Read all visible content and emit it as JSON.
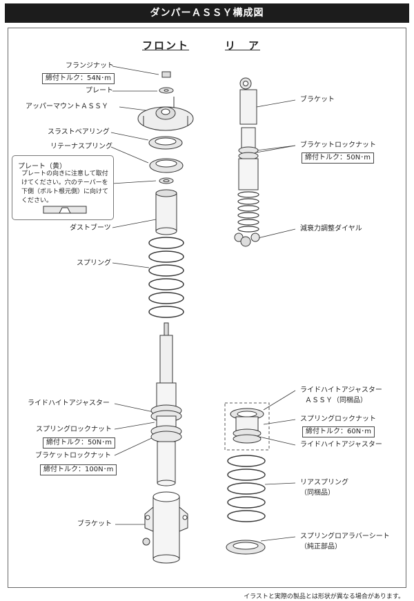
{
  "title": "ダンパーＡＳＳＹ構成図",
  "headers": {
    "front": "フロント",
    "rear": "リ　ア"
  },
  "front_labels": {
    "flange_nut": "フランジナット",
    "flange_nut_torque": "締付トルク：54N･m",
    "plate": "プレート",
    "upper_mount": "アッパーマウントＡＳＳＹ",
    "thrust_bearing": "スラストベアリング",
    "retainer_spring": "リテーナスプリング",
    "dust_boots": "ダストブーツ",
    "spring": "スプリング",
    "ride_height_adjuster": "ライドハイトアジャスター",
    "spring_lock_nut": "スプリングロックナット",
    "spring_lock_nut_torque": "締付トルク：50N･m",
    "bracket_lock_nut": "ブラケットロックナット",
    "bracket_lock_nut_torque": "締付トルク：100N･m",
    "bracket": "ブラケット"
  },
  "plate_note": {
    "title": "プレート（黄）",
    "text": "プレートの向きに注意して取付けてください。穴のテーパーを下側（ボルト根元側）に向けてください。"
  },
  "rear_labels": {
    "bracket": "ブラケット",
    "bracket_lock_nut": "ブラケットロックナット",
    "bracket_lock_nut_torque": "締付トルク：50N･m",
    "damping_dial": "減衰力調整ダイヤル",
    "ride_height_adjuster_assy_1": "ライドハイトアジャスター",
    "ride_height_adjuster_assy_2": "ＡＳＳＹ（同梱品）",
    "spring_lock_nut": "スプリングロックナット",
    "spring_lock_nut_torque": "締付トルク：60N･m",
    "ride_height_adjuster": "ライドハイトアジャスター",
    "rear_spring_1": "リアスプリング",
    "rear_spring_2": "（同梱品）",
    "spring_lower_seat_1": "スプリングロアラバーシート",
    "spring_lower_seat_2": "（純正部品）"
  },
  "footer": "イラストと実際の製品とは形状が異なる場合があります。"
}
